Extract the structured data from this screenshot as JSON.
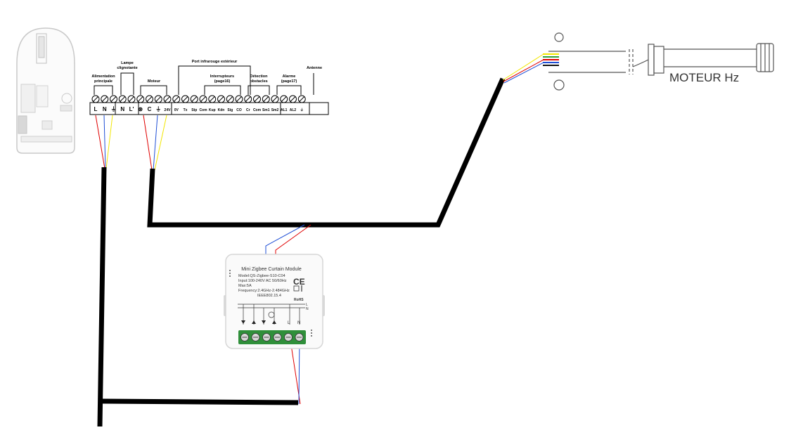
{
  "terminal_block": {
    "group_labels": {
      "alimentation": "Alimentation principale",
      "lampe": "Lampe clignotante",
      "moteur": "Moteur",
      "port_ir": "Port infrarouge extérieur",
      "interrupteurs": "Interrupteurs (page16)",
      "detection": "Détection obstacles",
      "alarme": "Alarme (page17)",
      "antenne": "Antenne"
    },
    "terminals": [
      "L",
      "N",
      "⏚",
      "N",
      "L'",
      "⊛",
      "C",
      "⏚",
      "24V",
      "0V",
      "Tx",
      "Stp",
      "Com",
      "Kup",
      "Kdn",
      "Sig",
      "CO",
      "Cr",
      "Com",
      "Sm1",
      "Sm2",
      "AL1",
      "AL2",
      "⏚"
    ]
  },
  "module": {
    "title": "Mini Zigbee Curtain Module",
    "model": "Model:QS-Zigbee-S10-C04",
    "input": "Input:100-240V AC  50/60Hz",
    "max": "Max:5A",
    "frequency": "Frequency:2.4GHz-2.484GHz",
    "ieee": "IEEE802.15.4",
    "ce_mark": "CE",
    "rohs": "RoHS",
    "bottom_labels": [
      "L",
      "N"
    ],
    "rail_labels": [
      "L",
      "N"
    ]
  },
  "motor": {
    "label": "MOTEUR Hz"
  },
  "colors": {
    "cable": "#000000",
    "wire_red": "#e00000",
    "wire_blue": "#1f4fd6",
    "wire_yellow": "#f2e600",
    "terminal_green": "#2f8f3a"
  }
}
